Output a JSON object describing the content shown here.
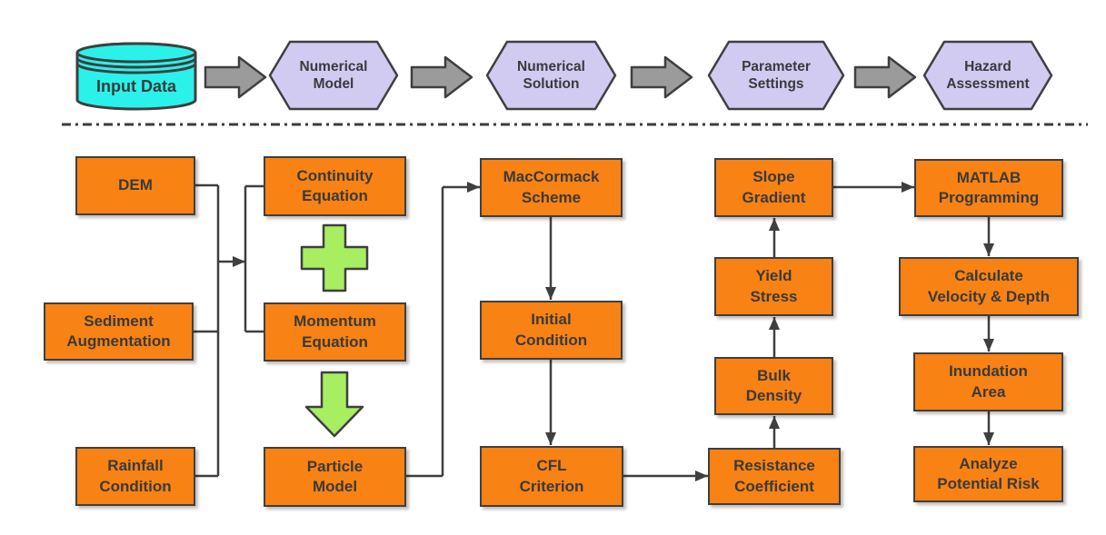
{
  "title": "Debris-flow hazard modeling workflow diagram",
  "colors": {
    "process_box_orange": "#F88214",
    "cylinder_cyan": "#2AF2EA",
    "stage_hexagon_lavender": "#D1CBF2",
    "block_arrow_gray": "#9B9B9B",
    "operator_green": "#A7EE60",
    "outline_dark_gray": "#3F3F3F"
  },
  "icons": {
    "database_cylinder": "database-cylinder-icon",
    "plus": "plus-icon",
    "down_arrow": "arrow-down-icon",
    "flow_arrows": "block-arrow-right-icon"
  },
  "header": {
    "input": "Input Data",
    "stages": [
      "Numerical\nModel",
      "Numerical\nSolution",
      "Parameter\nSettings",
      "Hazard\nAssessment"
    ]
  },
  "nodes": {
    "dem": "DEM",
    "sediment": "Sediment\nAugmentation",
    "rainfall": "Rainfall\nCondition",
    "continuity": "Continuity\nEquation",
    "momentum": "Momentum\nEquation",
    "particle": "Particle\nModel",
    "maccormack": "MacCormack\nScheme",
    "initial": "Initial\nCondition",
    "cfl": "CFL\nCriterion",
    "slope": "Slope\nGradient",
    "yield": "Yield\nStress",
    "bulk": "Bulk\nDensity",
    "resistance": "Resistance\nCoefficient",
    "matlab": "MATLAB\nProgramming",
    "calc": "Calculate\nVelocity & Depth",
    "inundation": "Inundation\nArea",
    "analyze": "Analyze\nPotential Risk"
  }
}
